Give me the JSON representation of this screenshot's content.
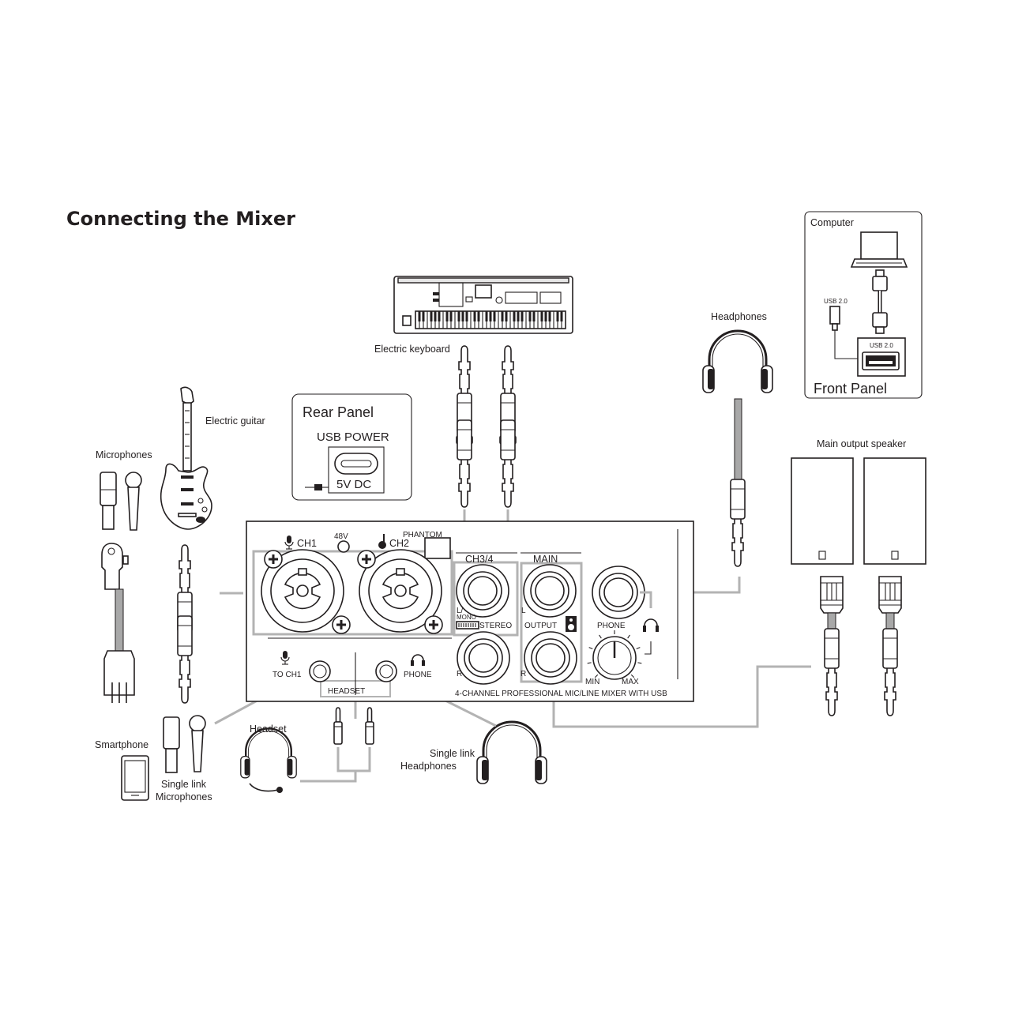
{
  "title": "Connecting the Mixer",
  "devices": {
    "electric_keyboard": "Electric keyboard",
    "headphones": "Headphones",
    "electric_guitar": "Electric guitar",
    "microphones": "Microphones",
    "smartphone": "Smartphone",
    "single_link_microphones_line1": "Single link",
    "single_link_microphones_line2": "Microphones",
    "headset": "Headset",
    "single_link_headphones_line1": "Single link",
    "single_link_headphones_line2": "Headphones",
    "main_output_speaker": "Main output speaker"
  },
  "computer_box": {
    "label": "Computer",
    "usb_left": "USB 2.0",
    "usb_port": "USB 2.0",
    "front_panel": "Front Panel"
  },
  "rear_panel": {
    "title": "Rear Panel",
    "usb_power": "USB POWER",
    "dc": "5V DC"
  },
  "mixer": {
    "ch1": "CH1",
    "v48": "48V",
    "ch2": "CH2",
    "phantom": "PHANTOM",
    "ch34": "CH3/4",
    "main": "MAIN",
    "l_mono_1": "L/",
    "l_mono_2": "MONO",
    "l": "L",
    "r1": "R",
    "r2": "R",
    "stereo": "STEREO",
    "output": "OUTPUT",
    "phone_right": "PHONE",
    "min": "MIN",
    "max": "MAX",
    "to_ch1": "TO CH1",
    "phone_bottom": "PHONE",
    "headset": "HEADSET",
    "footer": "4-CHANNEL PROFESSIONAL MIC/LINE MIXER WITH USB"
  }
}
